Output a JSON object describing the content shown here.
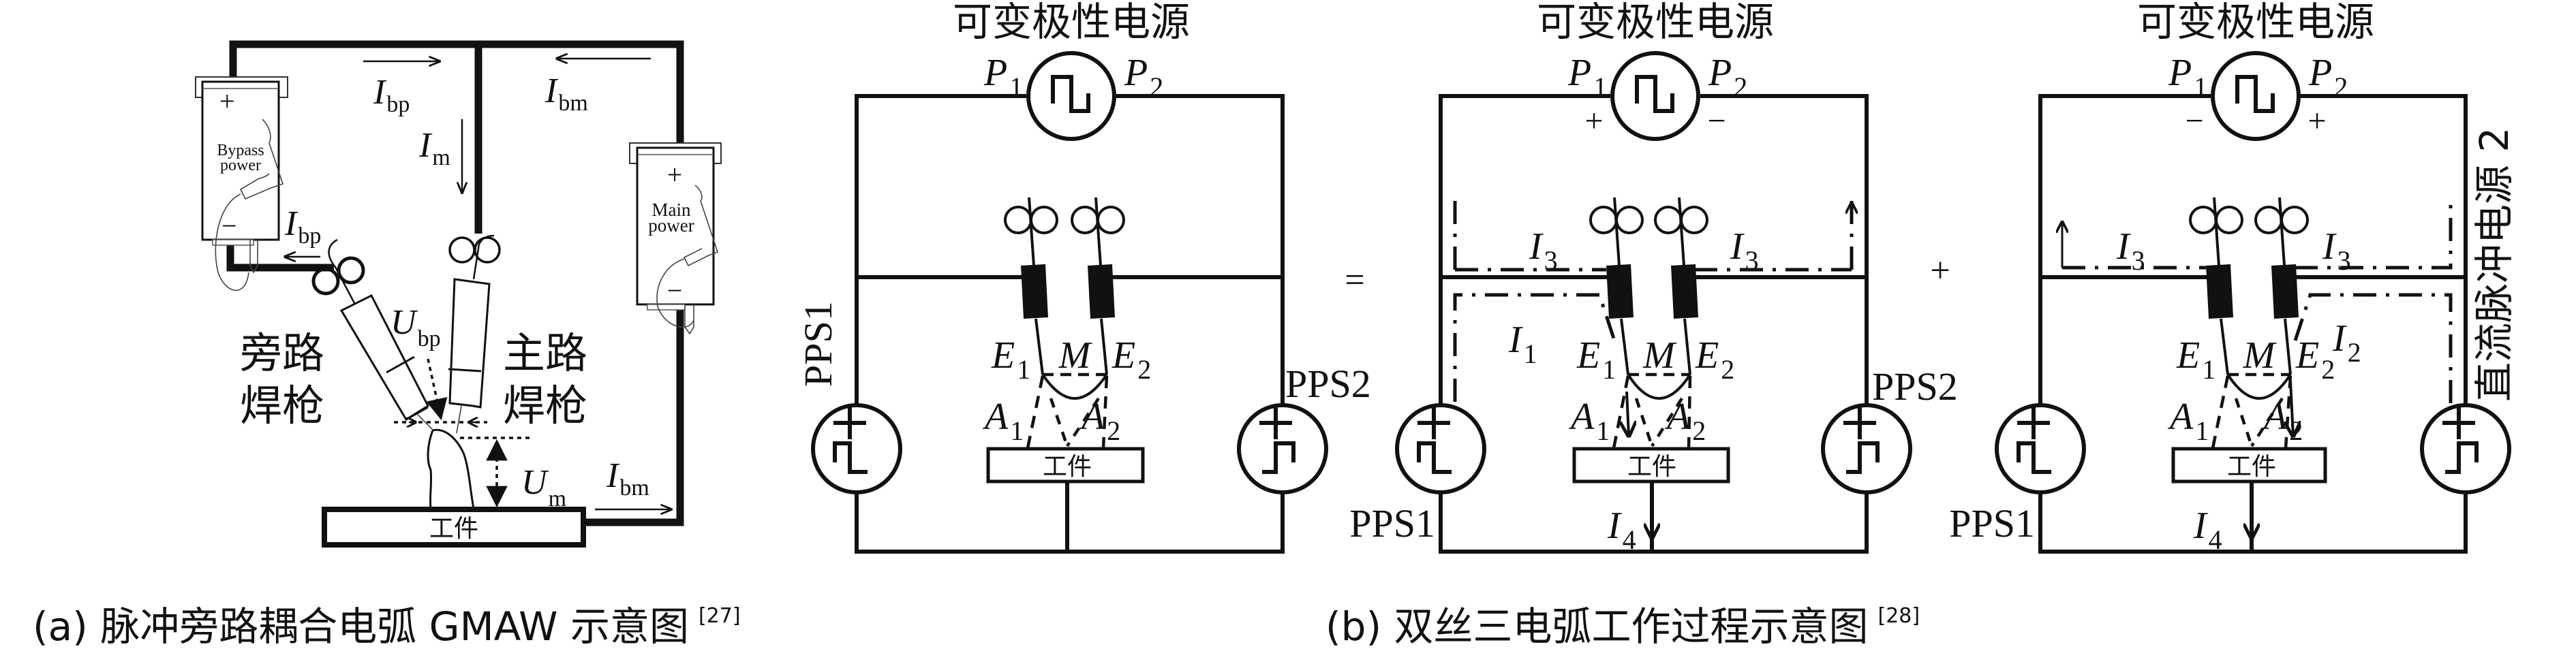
{
  "figure": {
    "panel_a": {
      "caption": "(a) 脉冲旁路耦合电弧 GMAW 示意图",
      "caption_ref": "[27]",
      "bypass_power": {
        "line1": "Bypass",
        "line2": "power",
        "plus": "+",
        "minus": "−"
      },
      "main_power": {
        "line1": "Main",
        "line2": "power",
        "plus": "+",
        "minus": "−"
      },
      "labels": {
        "I_bp_top": {
          "main": "I",
          "sub": "bp"
        },
        "I_bm_top": {
          "main": "I",
          "sub": "bm"
        },
        "I_m": {
          "main": "I",
          "sub": "m"
        },
        "I_bp_low": {
          "main": "I",
          "sub": "bp"
        },
        "U_bp": {
          "main": "U",
          "sub": "bp"
        },
        "U_m": {
          "main": "U",
          "sub": "m"
        },
        "I_bm_bottom": {
          "main": "I",
          "sub": "bm"
        }
      },
      "bypass_torch": {
        "line1": "旁路",
        "line2": "焊枪"
      },
      "main_torch": {
        "line1": "主路",
        "line2": "焊枪"
      },
      "workpiece": "工件"
    },
    "panel_b": {
      "caption": "(b) 双丝三电弧工作过程示意图",
      "caption_ref": "[28]",
      "equals": "=",
      "plus": "+",
      "circuits": [
        {
          "ac_source_label": "可变极性电源",
          "p1": {
            "main": "P",
            "sub": "1"
          },
          "p2": {
            "main": "P",
            "sub": "2"
          },
          "p1_polarity": "",
          "p2_polarity": "",
          "left_source": "PPS1",
          "right_source": "PPS2",
          "E1": {
            "main": "E",
            "sub": "1"
          },
          "E2": {
            "main": "E",
            "sub": "2"
          },
          "M": "M",
          "A1": {
            "main": "A",
            "sub": "1"
          },
          "A2": {
            "main": "A",
            "sub": "2"
          },
          "workpiece": "工件",
          "currents": []
        },
        {
          "ac_source_label": "可变极性电源",
          "p1": {
            "main": "P",
            "sub": "1"
          },
          "p2": {
            "main": "P",
            "sub": "2"
          },
          "p1_polarity": "+",
          "p2_polarity": "−",
          "left_source": "PPS1",
          "right_source": "PPS2",
          "E1": {
            "main": "E",
            "sub": "1"
          },
          "E2": {
            "main": "E",
            "sub": "2"
          },
          "M": "M",
          "A1": {
            "main": "A",
            "sub": "1"
          },
          "A2": {
            "main": "A",
            "sub": "2"
          },
          "workpiece": "工件",
          "currents": [
            {
              "main": "I",
              "sub": "3"
            },
            {
              "main": "I",
              "sub": "3"
            },
            {
              "main": "I",
              "sub": "1"
            },
            {
              "main": "I",
              "sub": "4"
            }
          ]
        },
        {
          "ac_source_label": "可变极性电源",
          "p1": {
            "main": "P",
            "sub": "1"
          },
          "p2": {
            "main": "P",
            "sub": "2"
          },
          "p1_polarity": "−",
          "p2_polarity": "+",
          "left_source": "PPS1",
          "right_source": "直流脉冲电源 2",
          "E1": {
            "main": "E",
            "sub": "1"
          },
          "E2": {
            "main": "E",
            "sub": "2"
          },
          "M": "M",
          "A1": {
            "main": "A",
            "sub": "1"
          },
          "A2": {
            "main": "A",
            "sub": "2"
          },
          "workpiece": "工件",
          "currents": [
            {
              "main": "I",
              "sub": "3"
            },
            {
              "main": "I",
              "sub": "3"
            },
            {
              "main": "I",
              "sub": "2"
            },
            {
              "main": "I",
              "sub": "4"
            }
          ]
        }
      ]
    },
    "icons": {
      "ac_source": "square-wave-circle-icon",
      "pulse_source_left": "pulse-wave-circle-icon",
      "pulse_source_right": "pulse-wave-circle-icon",
      "wire_feed_rollers": "roller-pair-icon",
      "contact_tube": "contact-tube-icon"
    }
  }
}
